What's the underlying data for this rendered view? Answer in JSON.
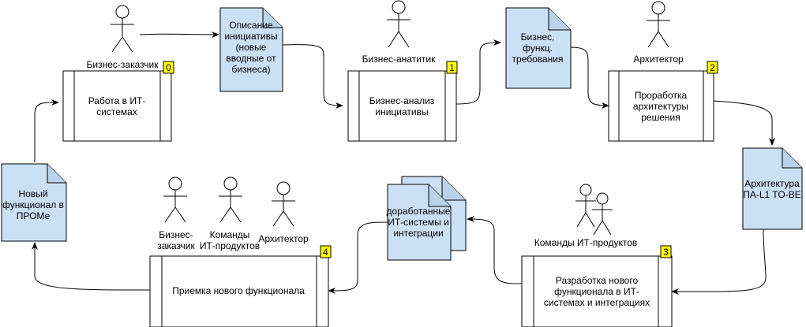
{
  "actors": [
    {
      "id": "a0",
      "label": "Бизнес-заказчик"
    },
    {
      "id": "a1",
      "label": "Бизнес-анатитик"
    },
    {
      "id": "a2",
      "label": "Архитектор"
    },
    {
      "id": "a3",
      "label": "Команды ИТ-продуктов"
    },
    {
      "id": "a4a",
      "label": [
        "Бизнес-",
        "заказчик"
      ]
    },
    {
      "id": "a4b",
      "label": [
        "Команды",
        "ИТ-продуктов"
      ]
    },
    {
      "id": "a4c",
      "label": "Архитектор"
    }
  ],
  "processes": [
    {
      "id": "p0",
      "badge": "0",
      "label": [
        "Работа в ИТ-",
        "системах"
      ]
    },
    {
      "id": "p1",
      "badge": "1",
      "label": [
        "Бизнес-анализ",
        "инициативы"
      ]
    },
    {
      "id": "p2",
      "badge": "2",
      "label": [
        "Проработка",
        "архитектуры",
        "решения"
      ]
    },
    {
      "id": "p3",
      "badge": "3",
      "label": [
        "Разработка нового",
        "функционала в ИТ-",
        "системах и интеграциях"
      ]
    },
    {
      "id": "p4",
      "badge": "4",
      "label": [
        "Приемка нового функционала"
      ]
    }
  ],
  "documents": [
    {
      "id": "d0",
      "label": [
        "Описание",
        "инициативы",
        "(новые",
        "вводные от",
        "бизнеса)"
      ]
    },
    {
      "id": "d1",
      "label": [
        "Бизнес,",
        "функц.",
        "требования"
      ]
    },
    {
      "id": "d2",
      "label": [
        "Архитектура",
        "ПА-L1 TO-BE"
      ]
    },
    {
      "id": "d3",
      "label": [
        "доработанные",
        "ИТ-системы и",
        "интеграции"
      ]
    },
    {
      "id": "d4",
      "label": [
        "Новый",
        "функционал в",
        "ПРОМе"
      ]
    }
  ],
  "colors": {
    "doc_fill": "#cce0f5",
    "badge_fill": "#ffff00",
    "stroke": "#000000"
  }
}
